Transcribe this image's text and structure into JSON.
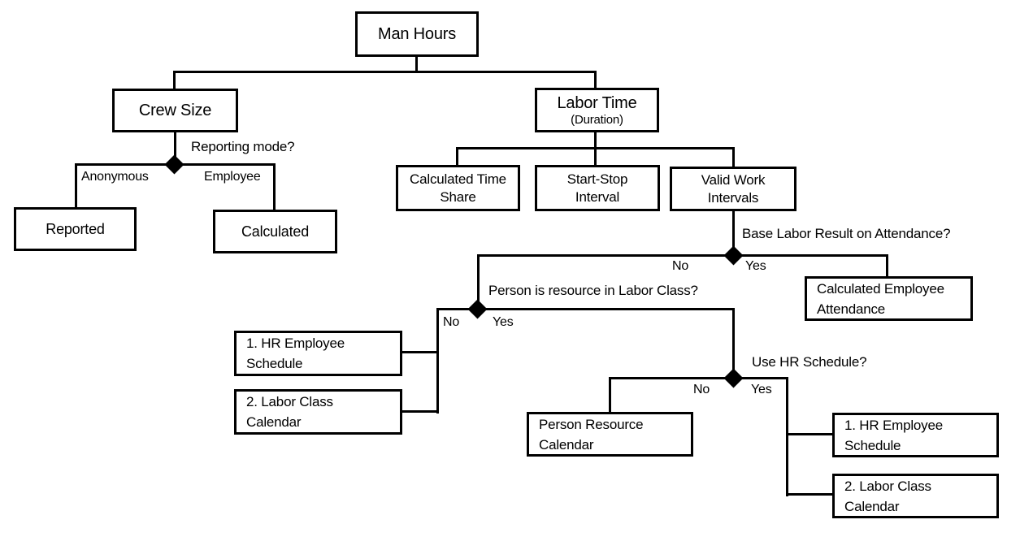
{
  "diagram": {
    "nodes": {
      "man_hours": {
        "lines": [
          "Man Hours"
        ]
      },
      "crew_size": {
        "lines": [
          "Crew Size"
        ]
      },
      "labor_time": {
        "lines": [
          "Labor Time",
          "(Duration)"
        ]
      },
      "calculated_time_share": {
        "lines": [
          "Calculated Time",
          "Share"
        ]
      },
      "start_stop_interval": {
        "lines": [
          "Start-Stop",
          "Interval"
        ]
      },
      "valid_work_intervals": {
        "lines": [
          "Valid Work",
          "Intervals"
        ]
      },
      "reported": {
        "lines": [
          "Reported"
        ]
      },
      "calculated": {
        "lines": [
          "Calculated"
        ]
      },
      "calculated_employee_attendance": {
        "lines": [
          "Calculated Employee",
          "Attendance"
        ]
      },
      "hr_employee_schedule_left": {
        "lines": [
          "1. HR Employee",
          "Schedule"
        ]
      },
      "labor_class_calendar_left": {
        "lines": [
          "2. Labor Class",
          "Calendar"
        ]
      },
      "person_resource_calendar": {
        "lines": [
          "Person Resource",
          "Calendar"
        ]
      },
      "hr_employee_schedule_right": {
        "lines": [
          "1. HR Employee",
          "Schedule"
        ]
      },
      "labor_class_calendar_right": {
        "lines": [
          "2. Labor Class",
          "Calendar"
        ]
      }
    },
    "decisions": {
      "reporting_mode": {
        "question": "Reporting mode?",
        "left_label": "Anonymous",
        "right_label": "Employee"
      },
      "base_labor_on_attendance": {
        "question": "Base Labor Result on Attendance?",
        "left_label": "No",
        "right_label": "Yes"
      },
      "person_is_resource": {
        "question": "Person is resource in Labor Class?",
        "left_label": "No",
        "right_label": "Yes"
      },
      "use_hr_schedule": {
        "question": "Use HR Schedule?",
        "left_label": "No",
        "right_label": "Yes"
      }
    },
    "colors": {
      "line": "#000000",
      "text": "#000000",
      "background": "#ffffff"
    }
  }
}
